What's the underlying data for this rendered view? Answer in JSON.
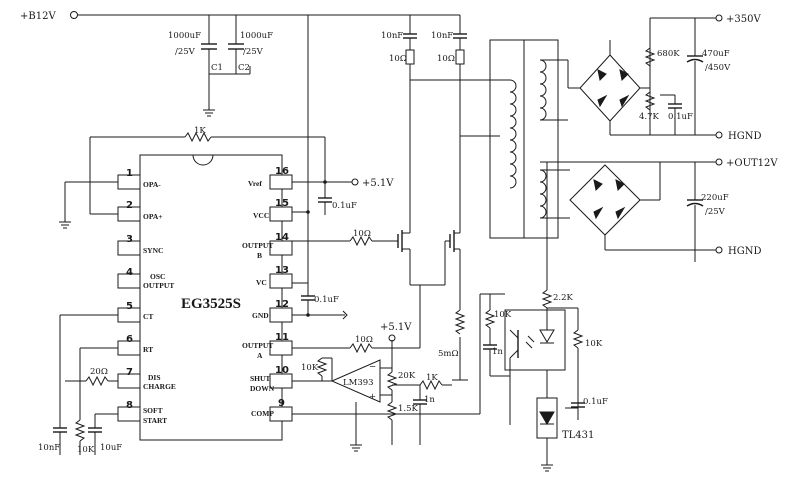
{
  "rails": {
    "b12v": "+B12V",
    "hv": "+350V",
    "out12v": "+OUT12V",
    "hgnd_top": "HGND",
    "hgnd_bottom": "HGND",
    "v5_right": "+5.1V",
    "v5_bottom": "+5.1V"
  },
  "ic": {
    "name": "EG3525S",
    "pins_left": [
      {
        "num": "1",
        "label": "OPA-"
      },
      {
        "num": "2",
        "label": "OPA+"
      },
      {
        "num": "3",
        "label": "SYNC"
      },
      {
        "num": "4",
        "label1": "OSC",
        "label2": "OUTPUT"
      },
      {
        "num": "5",
        "label": "CT"
      },
      {
        "num": "6",
        "label": "RT"
      },
      {
        "num": "7",
        "label1": "DIS",
        "label2": "CHARGE"
      },
      {
        "num": "8",
        "label1": "SOFT",
        "label2": "START"
      }
    ],
    "pins_right": [
      {
        "num": "16",
        "label": "Vref"
      },
      {
        "num": "15",
        "label": "VCC"
      },
      {
        "num": "14",
        "label1": "OUTPUT",
        "label2": "B"
      },
      {
        "num": "13",
        "label": "VC"
      },
      {
        "num": "12",
        "label": "GND"
      },
      {
        "num": "11",
        "label1": "OUTPUT",
        "label2": "A"
      },
      {
        "num": "10",
        "label1": "SHUT",
        "label2": "DOWN"
      },
      {
        "num": "9",
        "label": "COMP"
      }
    ]
  },
  "components": {
    "c1_value": "1000uF",
    "c1_rating": "/25V",
    "c1_ref": "C1",
    "c2_value": "1000uF",
    "c2_rating": "/25V",
    "c2_ref": "C2",
    "r_fb": "1K",
    "c_vref": "0.1uF",
    "c_vc": "0.1uF",
    "r_gate_b": "10Ω",
    "r_gate_a": "10Ω",
    "snub_c1": "10nF",
    "snub_r1": "10Ω",
    "snub_c2": "10nF",
    "snub_r2": "10Ω",
    "r_sense": "5mΩ",
    "r_680k": "680K",
    "r_4k7": "4.7K",
    "c_01_hv": "0.1uF",
    "c_hv_value": "470uF",
    "c_hv_rating": "/450V",
    "c_out_value": "220uF",
    "c_out_rating": "/25V",
    "r_2k2": "2.2K",
    "r_10k_tl": "10K",
    "c_01_tl": "0.1uF",
    "tl431": "TL431",
    "r_10k_opto": "10K",
    "c_1n_opto": "1n",
    "r_20": "20Ω",
    "c_10n": "10nF",
    "r_10k_rt": "10K",
    "c_10u": "10uF",
    "r_10k_cmp": "10K",
    "comparator": "LM393",
    "r_20k": "20K",
    "r_1k5": "1.5K",
    "r_1k": "1K",
    "c_1n_cmp": "1n"
  }
}
